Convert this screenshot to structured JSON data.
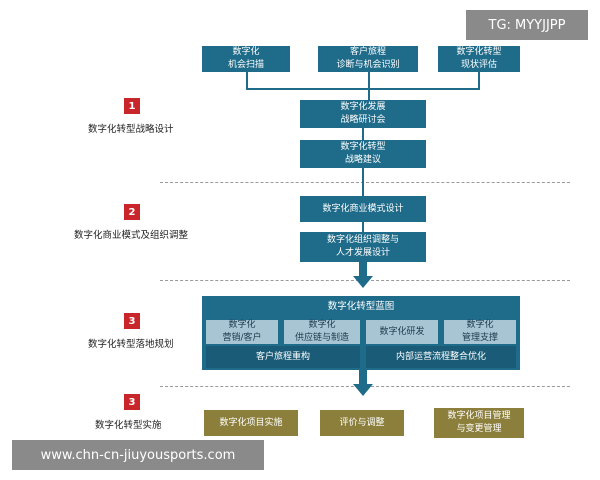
{
  "watermark_top": "TG: MYYJJPP",
  "watermark_bottom": "www.chn-cn-jiuyousports.com",
  "steps": [
    {
      "num": "1",
      "label": "数字化转型战略设计"
    },
    {
      "num": "2",
      "label": "数字化商业模式及组织调整"
    },
    {
      "num": "3",
      "label": "数字化转型落地规划"
    },
    {
      "num": "3",
      "label": "数字化转型实施"
    }
  ],
  "inputs": [
    {
      "line1": "数字化",
      "line2": "机会扫描"
    },
    {
      "line1": "客户旅程",
      "line2": "诊断与机会识别"
    },
    {
      "line1": "数字化转型",
      "line2": "现状评估"
    }
  ],
  "strategy": [
    {
      "line1": "数字化发展",
      "line2": "战略研讨会"
    },
    {
      "line1": "数字化转型",
      "line2": "战略建议"
    }
  ],
  "business": [
    {
      "line1": "数字化商业模式设计",
      "line2": ""
    },
    {
      "line1": "数字化组织调整与",
      "line2": "人才发展设计"
    }
  ],
  "blueprint": {
    "title": "数字化转型蓝图",
    "modules": [
      {
        "line1": "数字化",
        "line2": "营销/客户"
      },
      {
        "line1": "数字化",
        "line2": "供应链与制造"
      },
      {
        "line1": "数字化研发",
        "line2": ""
      },
      {
        "line1": "数字化",
        "line2": "管理支撑"
      }
    ],
    "bottom_left": "客户旅程重构",
    "bottom_right": "内部运营流程整合优化"
  },
  "implementation": [
    {
      "line1": "数字化项目实施",
      "line2": ""
    },
    {
      "line1": "评价与调整",
      "line2": ""
    },
    {
      "line1": "数字化项目管理",
      "line2": "与变更管理"
    }
  ]
}
